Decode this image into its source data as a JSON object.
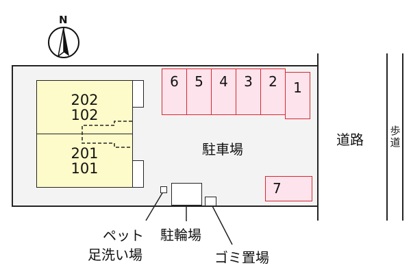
{
  "compass": {
    "label": "N"
  },
  "building": {
    "units_upper": [
      "202",
      "102"
    ],
    "units_lower": [
      "201",
      "101"
    ]
  },
  "parking": {
    "label": "駐車場",
    "spots": [
      "1",
      "2",
      "3",
      "4",
      "5",
      "6",
      "7"
    ],
    "spot_color": "#fde3ec",
    "spot_border": "#d8262e"
  },
  "road": {
    "label": "道路"
  },
  "sidewalk": {
    "label_top": "歩",
    "label_bottom": "道"
  },
  "facilities": {
    "pet_wash_line1": "ペット",
    "pet_wash_line2": "足洗い場",
    "bicycle": "駐輪場",
    "garbage": "ゴミ置場"
  },
  "colors": {
    "building": "#fdfbc9",
    "lot": "#f3f3f3"
  }
}
